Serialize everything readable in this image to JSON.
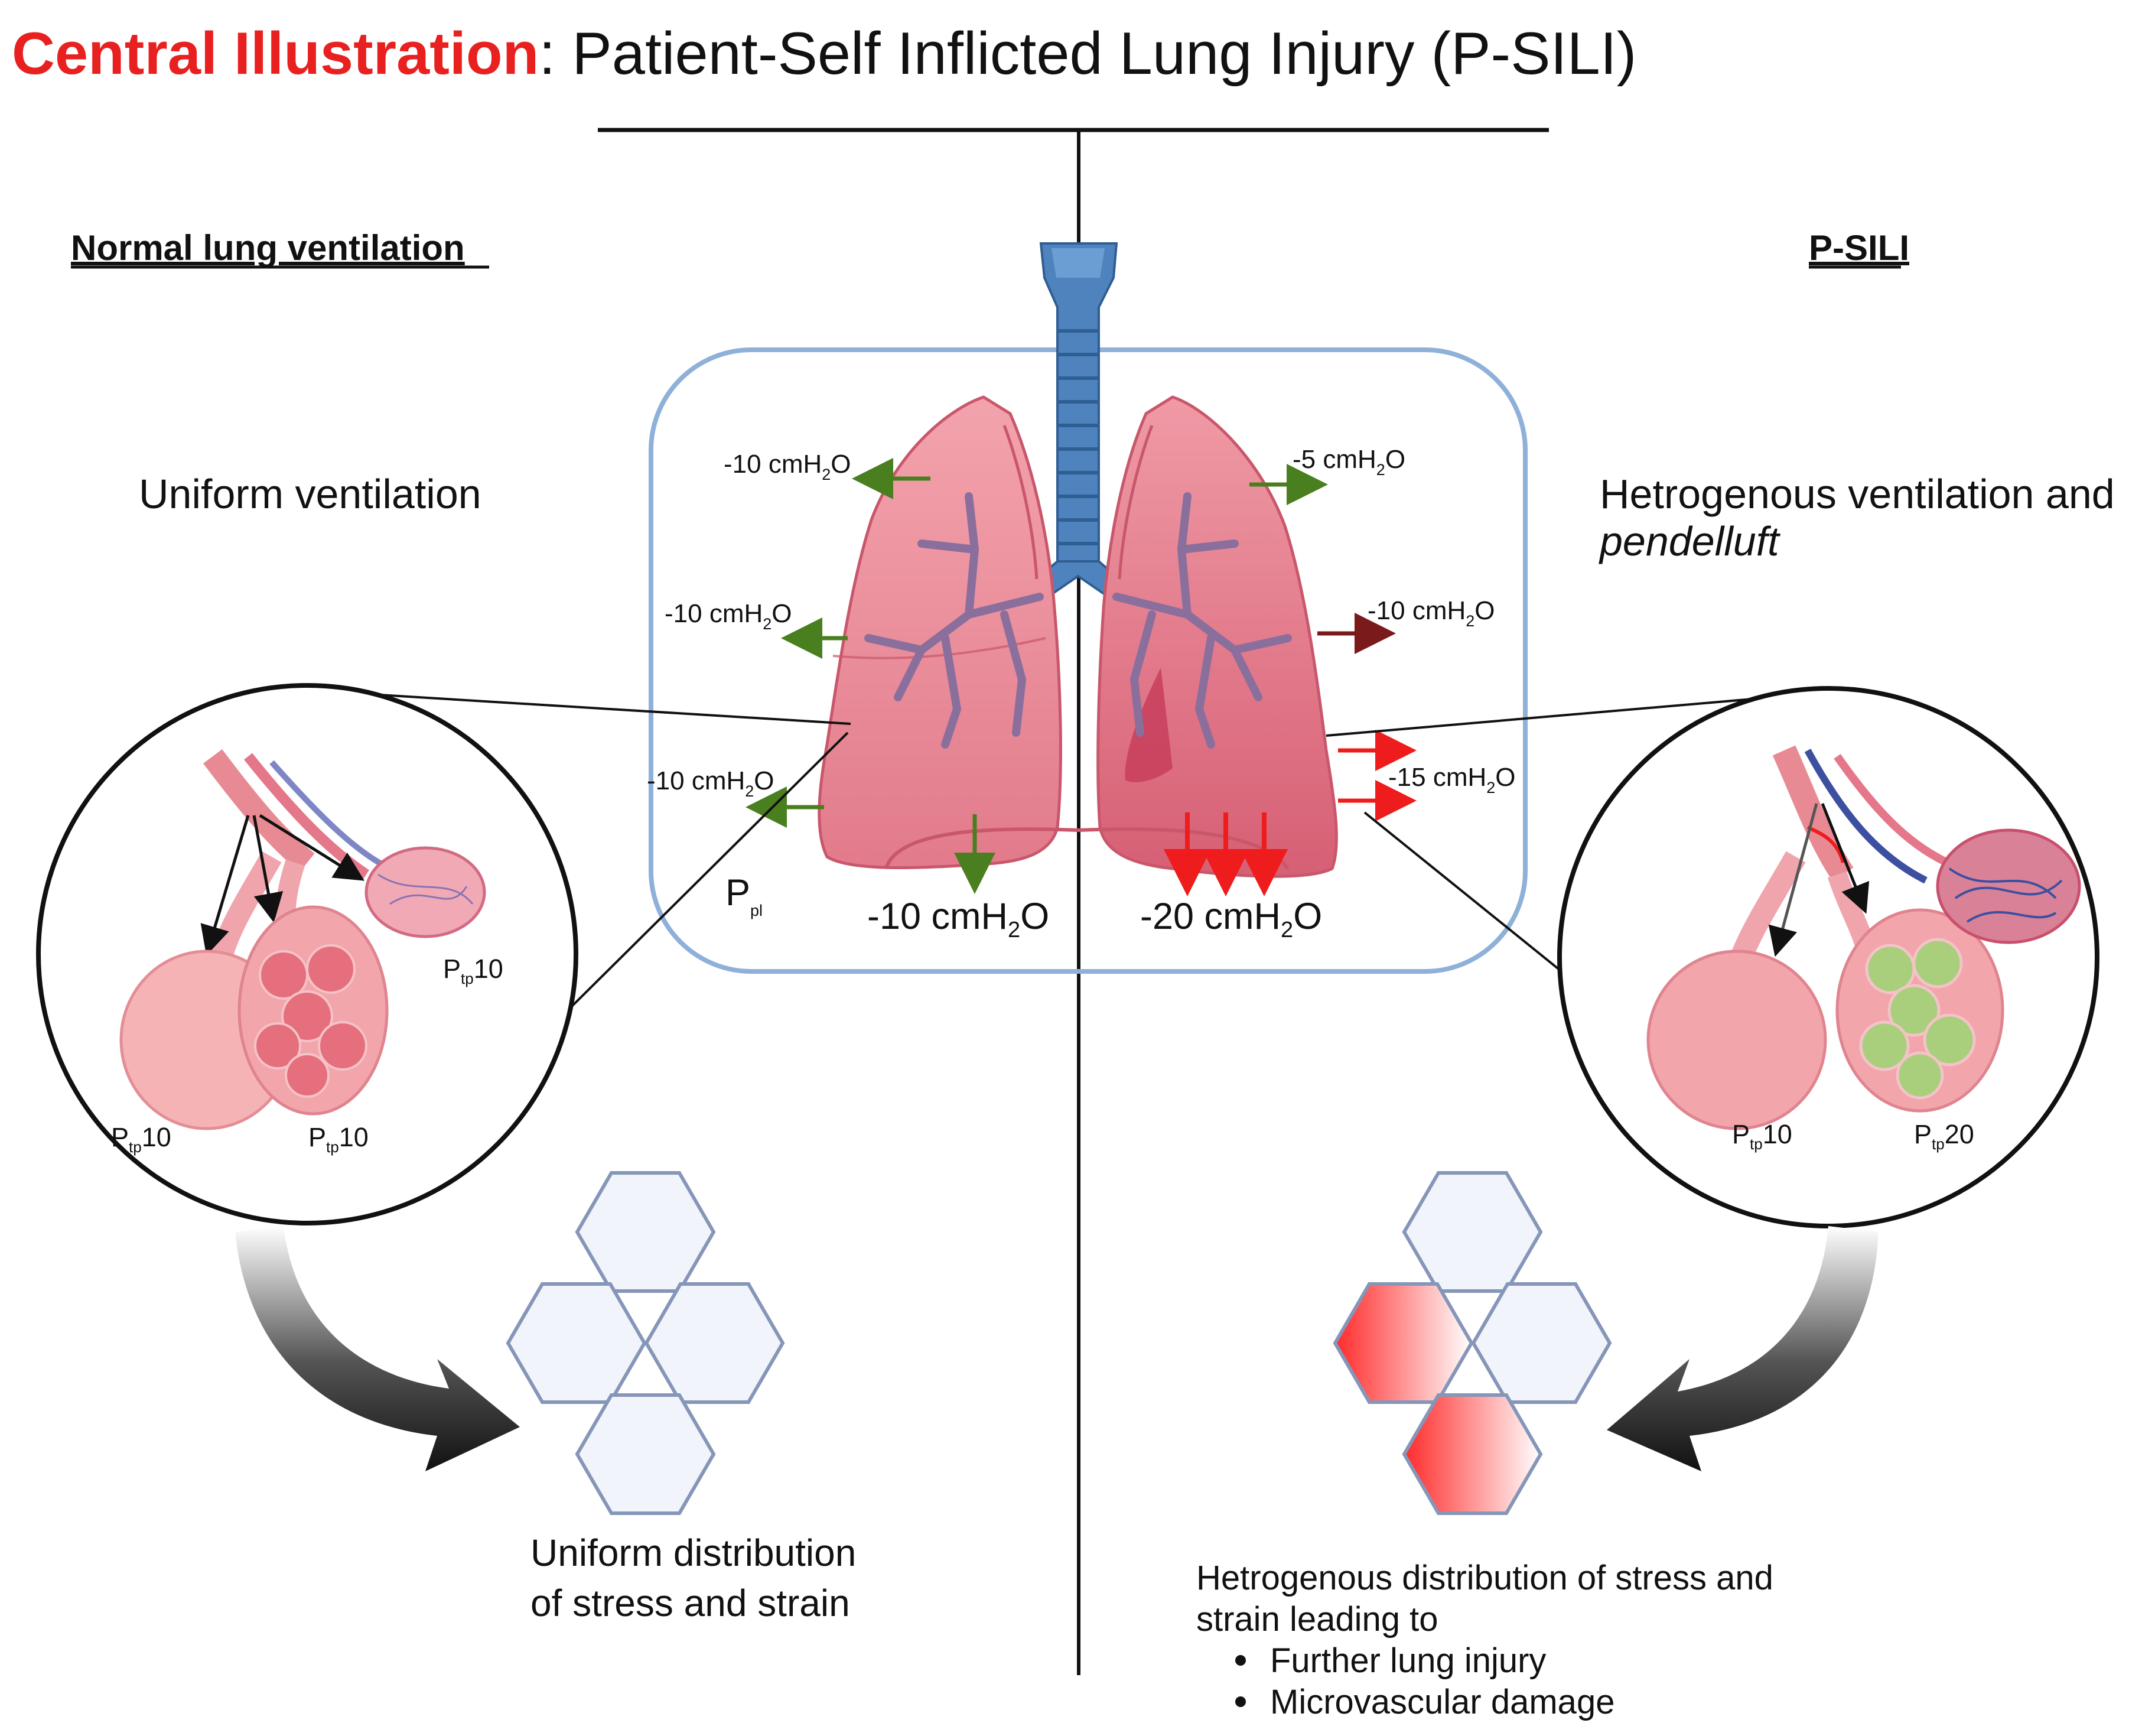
{
  "title": {
    "highlight": "Central Illustration",
    "rest": ": Patient-Self Inflicted Lung Injury (P-SILI)"
  },
  "left": {
    "heading": "Normal lung ventilation",
    "description": "Uniform ventilation",
    "ptp": [
      {
        "main": "P",
        "sub": "tp",
        "value": "10"
      },
      {
        "main": "P",
        "sub": "tp",
        "value": "10"
      },
      {
        "main": "P",
        "sub": "tp",
        "value": "10"
      }
    ],
    "caption_lines": [
      "Uniform distribution",
      "of stress and strain"
    ]
  },
  "right": {
    "heading": "P-SILI",
    "description_line1": "Hetrogenous  ventilation and",
    "description_line2": "pendelluft",
    "ptp": [
      {
        "main": "P",
        "sub": "tp",
        "value": "10"
      },
      {
        "main": "P",
        "sub": "tp",
        "value": "20"
      }
    ],
    "caption_lines": [
      "Hetrogenous distribution of stress and",
      "strain leading to"
    ],
    "bullets": [
      "Further lung injury",
      "Microvascular damage"
    ]
  },
  "lung": {
    "ppl": {
      "main": "P",
      "sub": "pl"
    },
    "left_pressures": [
      {
        "pre": "-10 cmH",
        "sub": "2",
        "post": "O"
      },
      {
        "pre": "-10 cmH",
        "sub": "2",
        "post": "O"
      },
      {
        "pre": "-10 cmH",
        "sub": "2",
        "post": "O"
      }
    ],
    "right_pressures": [
      {
        "pre": "-5 cmH",
        "sub": "2",
        "post": "O"
      },
      {
        "pre": "-10 cmH",
        "sub": "2",
        "post": "O"
      },
      {
        "pre": "-15 cmH",
        "sub": "2",
        "post": "O"
      }
    ],
    "diaphragm_left": {
      "pre": "-10 cmH",
      "sub": "2",
      "post": "O"
    },
    "diaphragm_right": {
      "pre": "-20 cmH",
      "sub": "2",
      "post": "O"
    }
  },
  "colors": {
    "title_red": "#e8201f",
    "green_arrow": "#4a7f1f",
    "red_arrow": "#ee1c1c",
    "dark_red_arrow": "#7a1a1a",
    "box_border": "#8fb0d8",
    "hex_fill": "#f1f4fa",
    "hex_stroke": "#8596b8",
    "lung_pink": "#ec8c99",
    "trachea_blue": "#4e83bd"
  }
}
